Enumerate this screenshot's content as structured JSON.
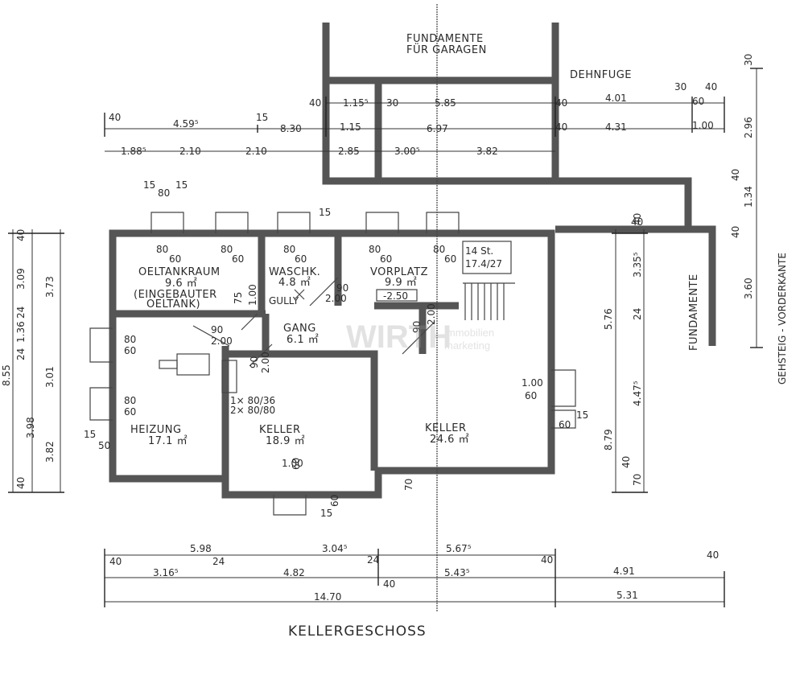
{
  "title": "KELLERGESCHOSS",
  "watermark": {
    "brand": "WIRTH",
    "line1": "immobilien",
    "line2": "marketing"
  },
  "top_labels": {
    "fundamente_garagen_1": "FUNDAMENTE",
    "fundamente_garagen_2": "FÜR GARAGEN",
    "dehnfuge": "DEHNFUGE"
  },
  "side_labels": {
    "fundamente": "FUNDAMENTE",
    "gehsteig": "GEHSTEIG - VORDERKANTE"
  },
  "rooms": {
    "oeltankraum": {
      "name": "OELTANKRAUM",
      "area": "9.6 ㎡",
      "note1": "(EINGEBAUTER",
      "note2": "OELTANK)"
    },
    "waschk": {
      "name": "WASCHK.",
      "area": "4.8 ㎡",
      "note": "GULLY"
    },
    "vorplatz": {
      "name": "VORPLATZ",
      "area": "9.9 ㎡",
      "level": "-2.50"
    },
    "gang": {
      "name": "GANG",
      "area": "6.1 ㎡"
    },
    "heizung": {
      "name": "HEIZUNG",
      "area": "17.1 ㎡"
    },
    "keller_mid": {
      "name": "KELLER",
      "area": "18.9 ㎡",
      "note1": "1× 80/36",
      "note2": "2× 80/80"
    },
    "keller_right": {
      "name": "KELLER",
      "area": "24.6 ㎡"
    }
  },
  "dims_top": {
    "r1_40": "40",
    "r1_115": "1.15⁵",
    "r1_30": "30",
    "r1_585": "5.85",
    "r1_40b": "40",
    "r1_401": "4.01",
    "r1_30b": "30",
    "r1_40c": "40",
    "r1_60": "60",
    "r2_40": "40",
    "r2_459": "4.59⁵",
    "r2_15": "15",
    "r2_830": "8.30",
    "r2_115": "1.15",
    "r2_697": "6.97",
    "r2_40b": "40",
    "r2_431": "4.31",
    "r2_100": "1.00",
    "r3_188": "1.88⁵",
    "r3_210a": "2.10",
    "r3_210b": "2.10",
    "r3_285": "2.85",
    "r3_300": "3.00⁵",
    "r3_382": "3.82",
    "w15a": "15",
    "w80": "80",
    "w15b": "15",
    "w15c": "15",
    "w40v": "40"
  },
  "dims_openings": {
    "o1": "80",
    "o1b": "60",
    "o2": "80",
    "o2b": "60",
    "o3": "80",
    "o3b": "60",
    "o4": "80",
    "o4b": "60",
    "o5": "80",
    "o5b": "60",
    "door_90a": "90",
    "door_200a": "2.00",
    "door_75": "75",
    "door_100": "1.00",
    "door_90b": "90",
    "door_200b": "2.00",
    "door_90c": "90",
    "door_200c": "2.00",
    "door_90d": "90",
    "door_200d": "2.00",
    "l80a": "80",
    "l60a": "60",
    "l80b": "80",
    "l60b": "60",
    "l15": "15",
    "l50": "50",
    "b100": "1.00",
    "b60": "60",
    "b15": "15",
    "b60b": "60",
    "b70": "70",
    "r100": "1.00",
    "r60": "60",
    "r60b": "60",
    "r15": "15"
  },
  "dims_left": {
    "v40a": "40",
    "v309": "3.09",
    "v373": "3.73",
    "v24": "24",
    "v136": "1.36",
    "v855": "8.55",
    "v24b": "24",
    "v301": "3.01",
    "v398": "3.98",
    "v382": "3.82",
    "v40b": "40"
  },
  "dims_right_inner": {
    "v40": "40",
    "v335": "3.35⁵",
    "v576": "5.76",
    "v24": "24",
    "v447": "4.47⁵",
    "v879": "8.79",
    "v40b": "40",
    "v70": "70"
  },
  "dims_right_outer": {
    "v30": "30",
    "v296": "2.96",
    "v40": "40",
    "v134": "1.34",
    "v40b": "40",
    "v360": "3.60"
  },
  "dims_bottom": {
    "b1_598": "5.98",
    "b1_304": "3.04⁵",
    "b1_567": "5.67⁵",
    "b2_40": "40",
    "b2_316": "3.16⁵",
    "b2_24": "24",
    "b2_482": "4.82",
    "b2_24b": "24",
    "b2_543": "5.43⁵",
    "b2_40b": "40",
    "b2_491": "4.91",
    "b2_40c": "40",
    "b3_1470": "14.70",
    "b3_531": "5.31",
    "b_40": "40"
  }
}
